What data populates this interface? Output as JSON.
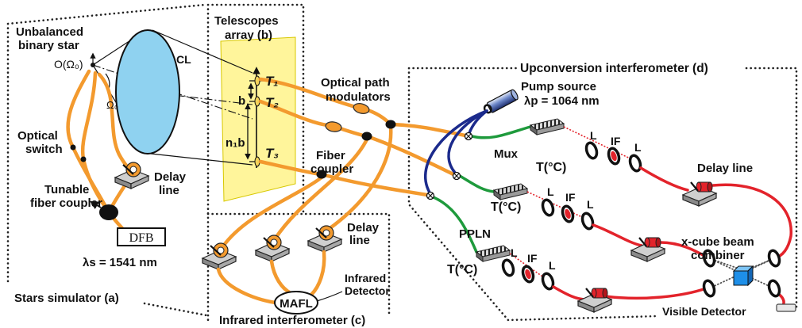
{
  "colors": {
    "fiber_orange": "#f39a2e",
    "fiber_blue": "#1b2a8c",
    "fiber_green": "#1e9a3c",
    "fiber_red": "#e3232b",
    "panel_yellow": "#fff59b",
    "lens_blue": "#8fd2f0",
    "cube_blue": "#1e8fe8"
  },
  "stars_simulator": {
    "panel_label": "Stars simulator (a)",
    "source_line1": "Unbalanced",
    "source_line2": "binary star",
    "star_point": "O(Ω₀)",
    "solid_angle": "Ω₀",
    "lens": "CL",
    "switch_line1": "Optical",
    "switch_line2": "switch",
    "delay_line1": "Delay",
    "delay_line2": "line",
    "coupler_line1": "Tunable",
    "coupler_line2": "fiber coupler",
    "laser": "DFB",
    "wavelength": "λs = 1541 nm"
  },
  "telescopes": {
    "panel_line1": "Telescopes",
    "panel_line2": "array (b)",
    "t1": "T₁",
    "t2": "T₂",
    "t3": "T₃",
    "baseline": "b",
    "baseline_multiple": "n₁b"
  },
  "fibers": {
    "modulators_line1": "Optical path",
    "modulators_line2": "modulators",
    "coupler_line1": "Fiber",
    "coupler_line2": "coupler"
  },
  "infrared": {
    "panel_label": "Infrared interferometer (c)",
    "delay_line1": "Delay",
    "delay_line2": "line",
    "mafl": "MAFL",
    "detector_line1": "Infrared",
    "detector_line2": "Detector"
  },
  "upconversion": {
    "panel_label": "Upconversion interferometer (d)",
    "pump_line1": "Pump source",
    "pump_line2": "λp = 1064 nm",
    "mux": "Mux",
    "ppln": "PPLN",
    "channels": [
      {
        "temp": "T(°C)",
        "lens1": "L",
        "filter": "IF",
        "lens2": "L"
      },
      {
        "temp": "T(°C)",
        "lens1": "L",
        "filter": "IF",
        "lens2": "L"
      },
      {
        "temp": "T(°C)",
        "lens1": "L",
        "filter": "IF",
        "lens2": "L"
      }
    ],
    "delay_line": "Delay line",
    "combiner_line1": "x-cube beam",
    "combiner_line2": "combiner",
    "visible_detector": "Visible Detector"
  }
}
